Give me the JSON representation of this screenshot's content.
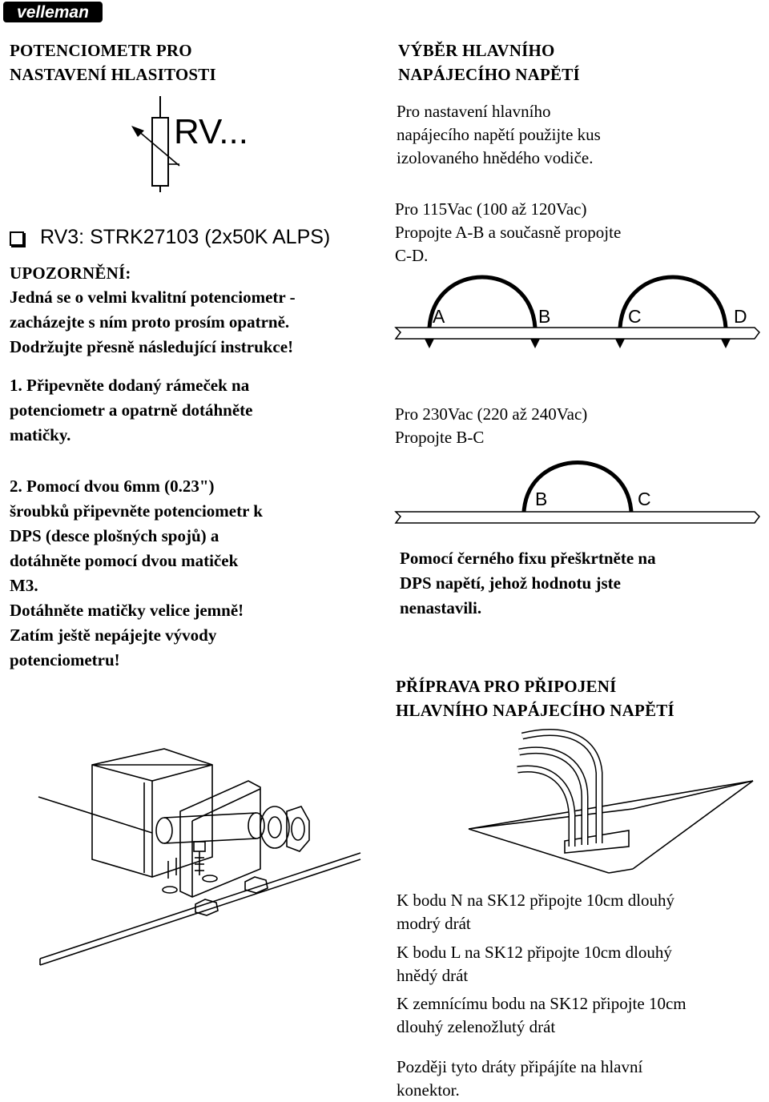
{
  "brand": {
    "logo_text": "velleman"
  },
  "left": {
    "pot_heading": [
      "POTENCIOMETR PRO",
      "NASTAVENÍ HLASITOSTI"
    ],
    "symbol_label": "RV...",
    "part_line": "RV3: STRK27103 (2x50K ALPS)",
    "warning_heading": "UPOZORNĚNÍ:",
    "warning_lines": [
      "Jedná se o velmi kvalitní potenciometr -",
      "zacházejte s ním proto prosím opatrně.",
      "Dodržujte přesně následující instrukce!"
    ],
    "step1_lines": [
      "1. Připevněte dodaný rámeček na",
      "potenciometr a opatrně dotáhněte",
      "matičky."
    ],
    "step2_lines": [
      "2. Pomocí dvou 6mm (0.23\")",
      "šroubků připevněte potenciometr k",
      "DPS (desce plošných spojů) a",
      "dotáhněte pomocí dvou matiček",
      "M3.",
      "Dotáhněte matičky velice jemně!",
      "Zatím ještě nepájejte vývody",
      "potenciometru!"
    ]
  },
  "right": {
    "voltage_heading": [
      "VÝBĚR HLAVNÍHO",
      "NAPÁJECÍHO NAPĚTÍ"
    ],
    "voltage_intro": [
      "Pro nastavení hlavního",
      "napájecího napětí použijte kus",
      "izolovaného hnědého vodiče."
    ],
    "v115_lines": [
      "Pro 115Vac (100 až 120Vac)",
      "Propojte A-B a současně propojte",
      "C-D."
    ],
    "diagram1_labels": [
      "A",
      "B",
      "C",
      "D"
    ],
    "v230_lines": [
      "Pro 230Vac (220 až 240Vac)",
      "Propojte B-C"
    ],
    "diagram2_labels": [
      "B",
      "C"
    ],
    "marker_lines": [
      "Pomocí černého fixu přeškrtněte na",
      "DPS napětí, jehož hodnotu jste",
      "nenastavili."
    ],
    "prep_heading": [
      "PŘÍPRAVA PRO PŘIPOJENÍ",
      "HLAVNÍHO NAPÁJECÍHO NAPĚTÍ"
    ],
    "wire_instructions": [
      [
        "K bodu N na SK12 připojte 10cm dlouhý",
        "modrý drát"
      ],
      [
        "K bodu L na SK12 připojte 10cm dlouhý",
        "hnědý drát"
      ],
      [
        "K zemnícímu bodu na SK12 připojte 10cm",
        "dlouhý zelenožlutý drát"
      ],
      [
        "Později tyto dráty připájíte na hlavní",
        "konektor."
      ]
    ]
  }
}
